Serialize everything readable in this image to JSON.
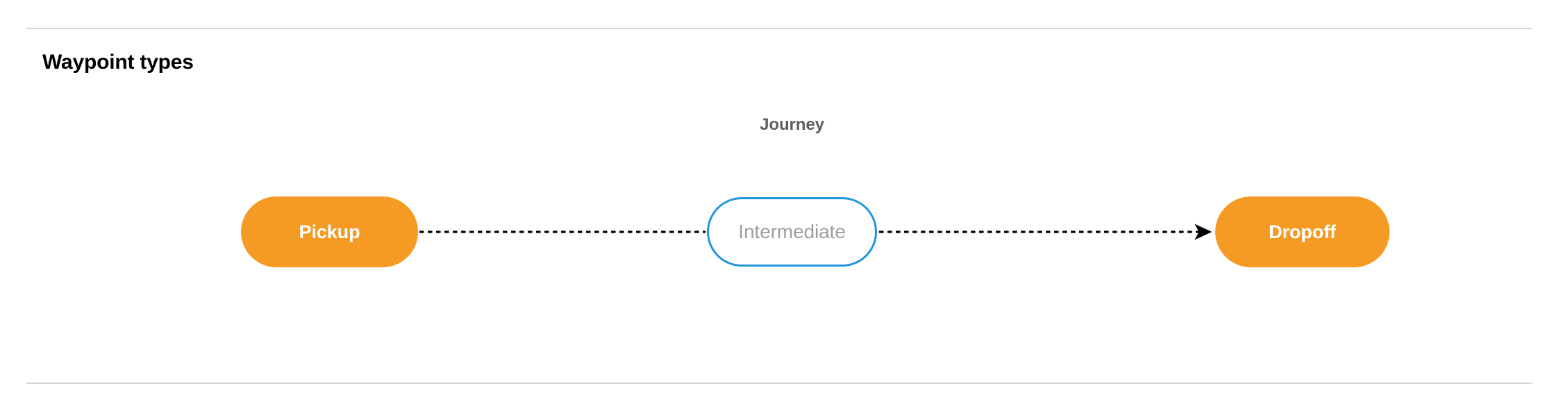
{
  "section": {
    "title": "Waypoint types"
  },
  "diagram": {
    "group_label": "Journey",
    "nodes": [
      {
        "id": "pickup",
        "label": "Pickup",
        "fill": "#f59a23",
        "text_color": "#ffffff",
        "border_color": "none"
      },
      {
        "id": "intermediate",
        "label": "Intermediate",
        "fill": "#ffffff",
        "text_color": "#9e9e9e",
        "border_color": "#2196dd"
      },
      {
        "id": "dropoff",
        "label": "Dropoff",
        "fill": "#f59a23",
        "text_color": "#ffffff",
        "border_color": "none"
      }
    ],
    "edges": [
      {
        "from": "pickup",
        "to": "intermediate",
        "style": "dashed",
        "arrow": false,
        "color": "#000000"
      },
      {
        "from": "intermediate",
        "to": "dropoff",
        "style": "dashed",
        "arrow": true,
        "color": "#000000"
      }
    ]
  },
  "colors": {
    "accent_orange": "#f59a23",
    "accent_blue": "#2196dd",
    "muted_text": "#9e9e9e",
    "label_text": "#5e5e5e",
    "divider": "#d6d6d6",
    "background": "#ffffff"
  }
}
